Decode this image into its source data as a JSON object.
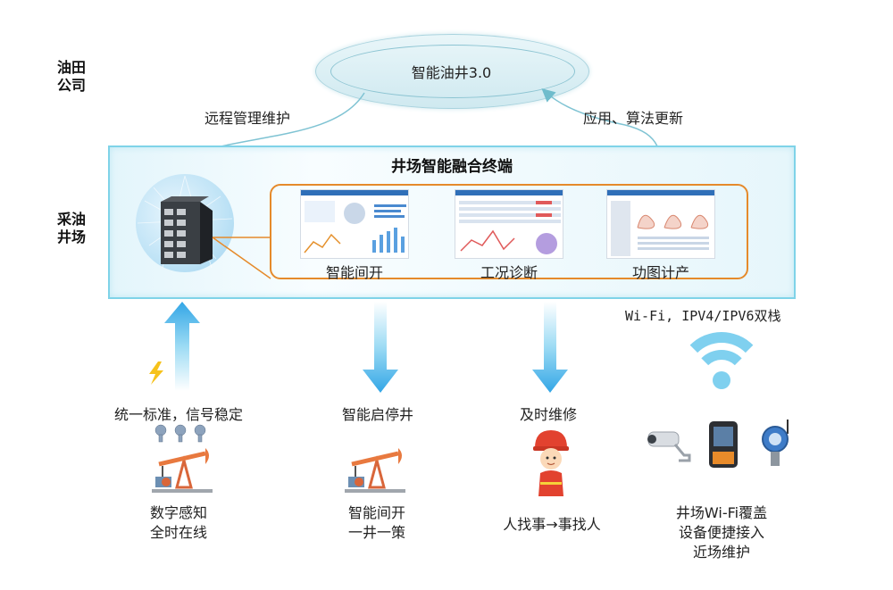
{
  "side_labels": {
    "top": "油田\n公司",
    "middle": "采油\n井场"
  },
  "cloud": {
    "label": "智能油井3.0"
  },
  "flows": {
    "left": "远程管理维护",
    "right": "应用、算法更新"
  },
  "terminal": {
    "title": "井场智能融合终端",
    "apps": [
      {
        "label": "智能间开"
      },
      {
        "label": "工况诊断"
      },
      {
        "label": "功图计产"
      }
    ]
  },
  "wifi": {
    "caption": "Wi-Fi, IPV4/IPV6双栈"
  },
  "columns": [
    {
      "arrow_label": "统一标准，信号稳定",
      "bottom": [
        "数字感知",
        "全时在线"
      ]
    },
    {
      "arrow_label": "智能启停井",
      "bottom": [
        "智能间开",
        "一井一策"
      ]
    },
    {
      "arrow_label": "及时维修",
      "bottom": [
        "人找事→事找人"
      ]
    },
    {
      "arrow_label": "",
      "bottom": [
        "井场Wi-Fi覆盖",
        "设备便捷接入",
        "近场维护"
      ]
    }
  ],
  "colors": {
    "accent": "#36a8e6",
    "frame": "#e58a2b",
    "band_border": "#7fd3e8",
    "curve": "#7fc3d3"
  },
  "icons": [
    "lightning-icon",
    "sensor-icon",
    "pumpjack-icon",
    "worker-icon",
    "wifi-icon",
    "camera-icon",
    "handheld-icon",
    "transmitter-icon",
    "switch-icon"
  ]
}
